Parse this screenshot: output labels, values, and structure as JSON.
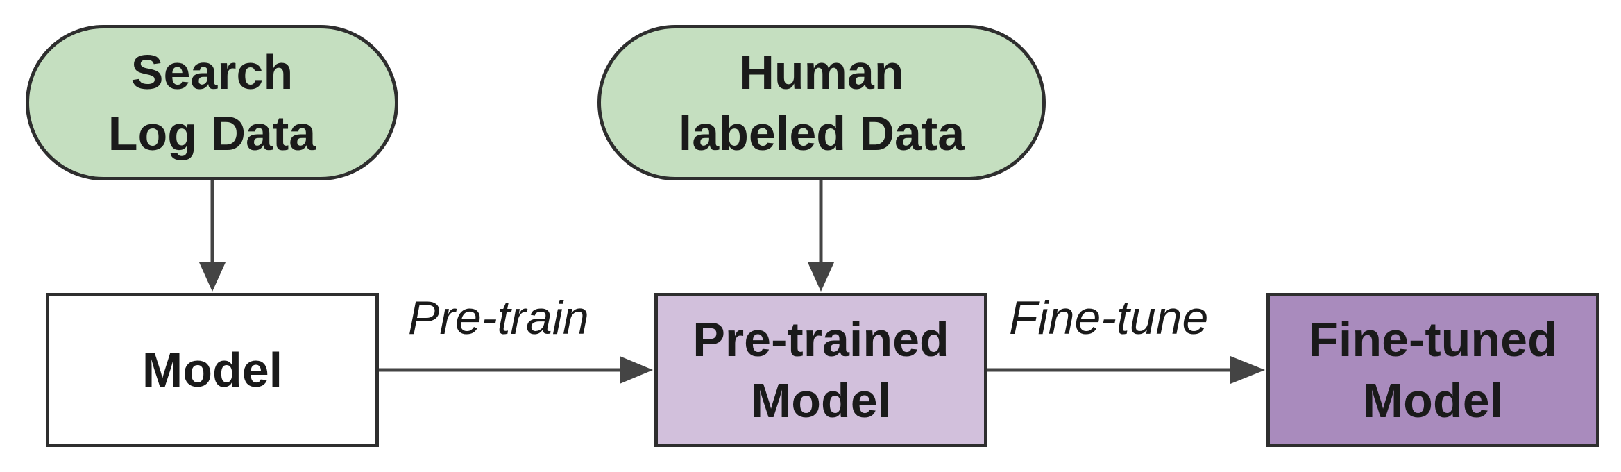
{
  "nodes": {
    "search_log_data": {
      "label": "Search\nLog Data",
      "fill": "#c5dfc0"
    },
    "human_labeled_data": {
      "label": "Human\nlabeled Data",
      "fill": "#c5dfc0"
    },
    "model": {
      "label": "Model",
      "fill": "#ffffff"
    },
    "pretrained_model": {
      "label": "Pre-trained\nModel",
      "fill": "#d2c0dc"
    },
    "finetuned_model": {
      "label": "Fine-tuned\nModel",
      "fill": "#a98bbd"
    }
  },
  "edges": {
    "pretrain_label": "Pre-train",
    "finetune_label": "Fine-tune"
  },
  "colors": {
    "stroke": "#2e2e2e",
    "arrow": "#444444"
  }
}
